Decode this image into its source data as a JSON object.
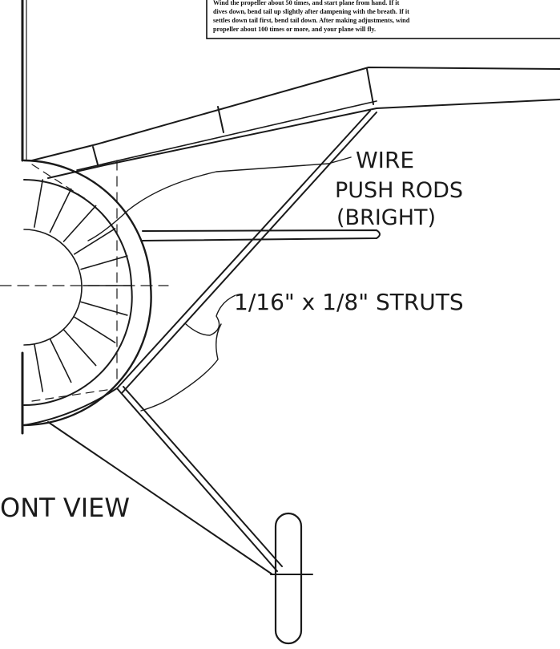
{
  "instructions": {
    "lines": [
      "Wind the propeller about 50 times, and start plane from hand. If it",
      "dives down, bend tail up slightly after dampening with the breath. If it",
      "settles down tail first, bend tail down. After making adjustments, wind",
      "propeller about 100 times or more, and your plane will fly."
    ]
  },
  "labels": {
    "wire_line1": "WIRE",
    "wire_line2": "PUSH RODS",
    "wire_line3": "(BRIGHT)",
    "struts": "1/16\" x 1/8\" STRUTS",
    "view": "ONT VIEW"
  }
}
